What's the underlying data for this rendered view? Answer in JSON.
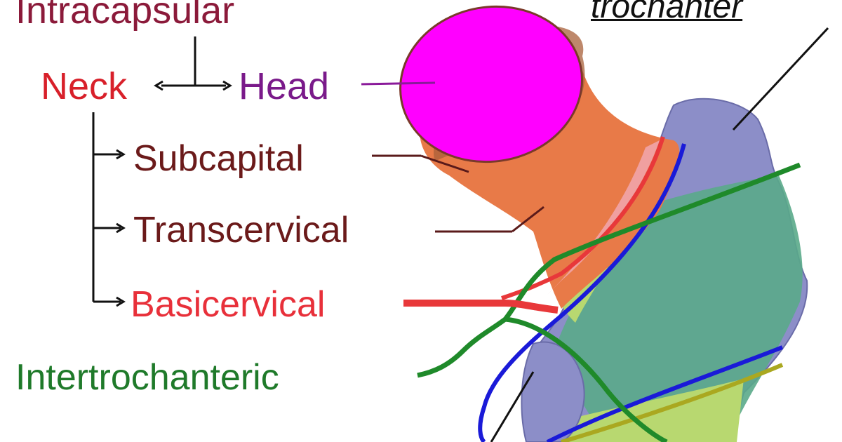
{
  "labels": {
    "intracapsular": "Intracapsular",
    "neck": "Neck",
    "head": "Head",
    "subcapital": "Subcapital",
    "transcervical": "Transcervical",
    "basicervical": "Basicervical",
    "intertrochanteric": "Intertrochanteric",
    "trochanter": "trochanter"
  },
  "colors": {
    "intracapsular": "#8b1a3a",
    "neck": "#d8202a",
    "head": "#7a1a8a",
    "subcapital": "#6b1a1a",
    "transcervical": "#6b1a1a",
    "basicervical": "#e8303a",
    "intertrochanteric": "#1f7a2a",
    "trochanter": "#111111",
    "head_fill": "#ff00ff",
    "neck_fill": "#e87a48",
    "subcapital_band": "#a8603a",
    "trochanter_fill": "#8c8ec8",
    "intertrochanteric_fill": "#5aaa8a",
    "lower_fill": "#b8d870",
    "fracture_line_blue": "#1a1ad8",
    "fracture_line_red": "#e8383a",
    "fracture_line_green": "#1f8a2a",
    "fracture_line_olive": "#aaa820"
  }
}
